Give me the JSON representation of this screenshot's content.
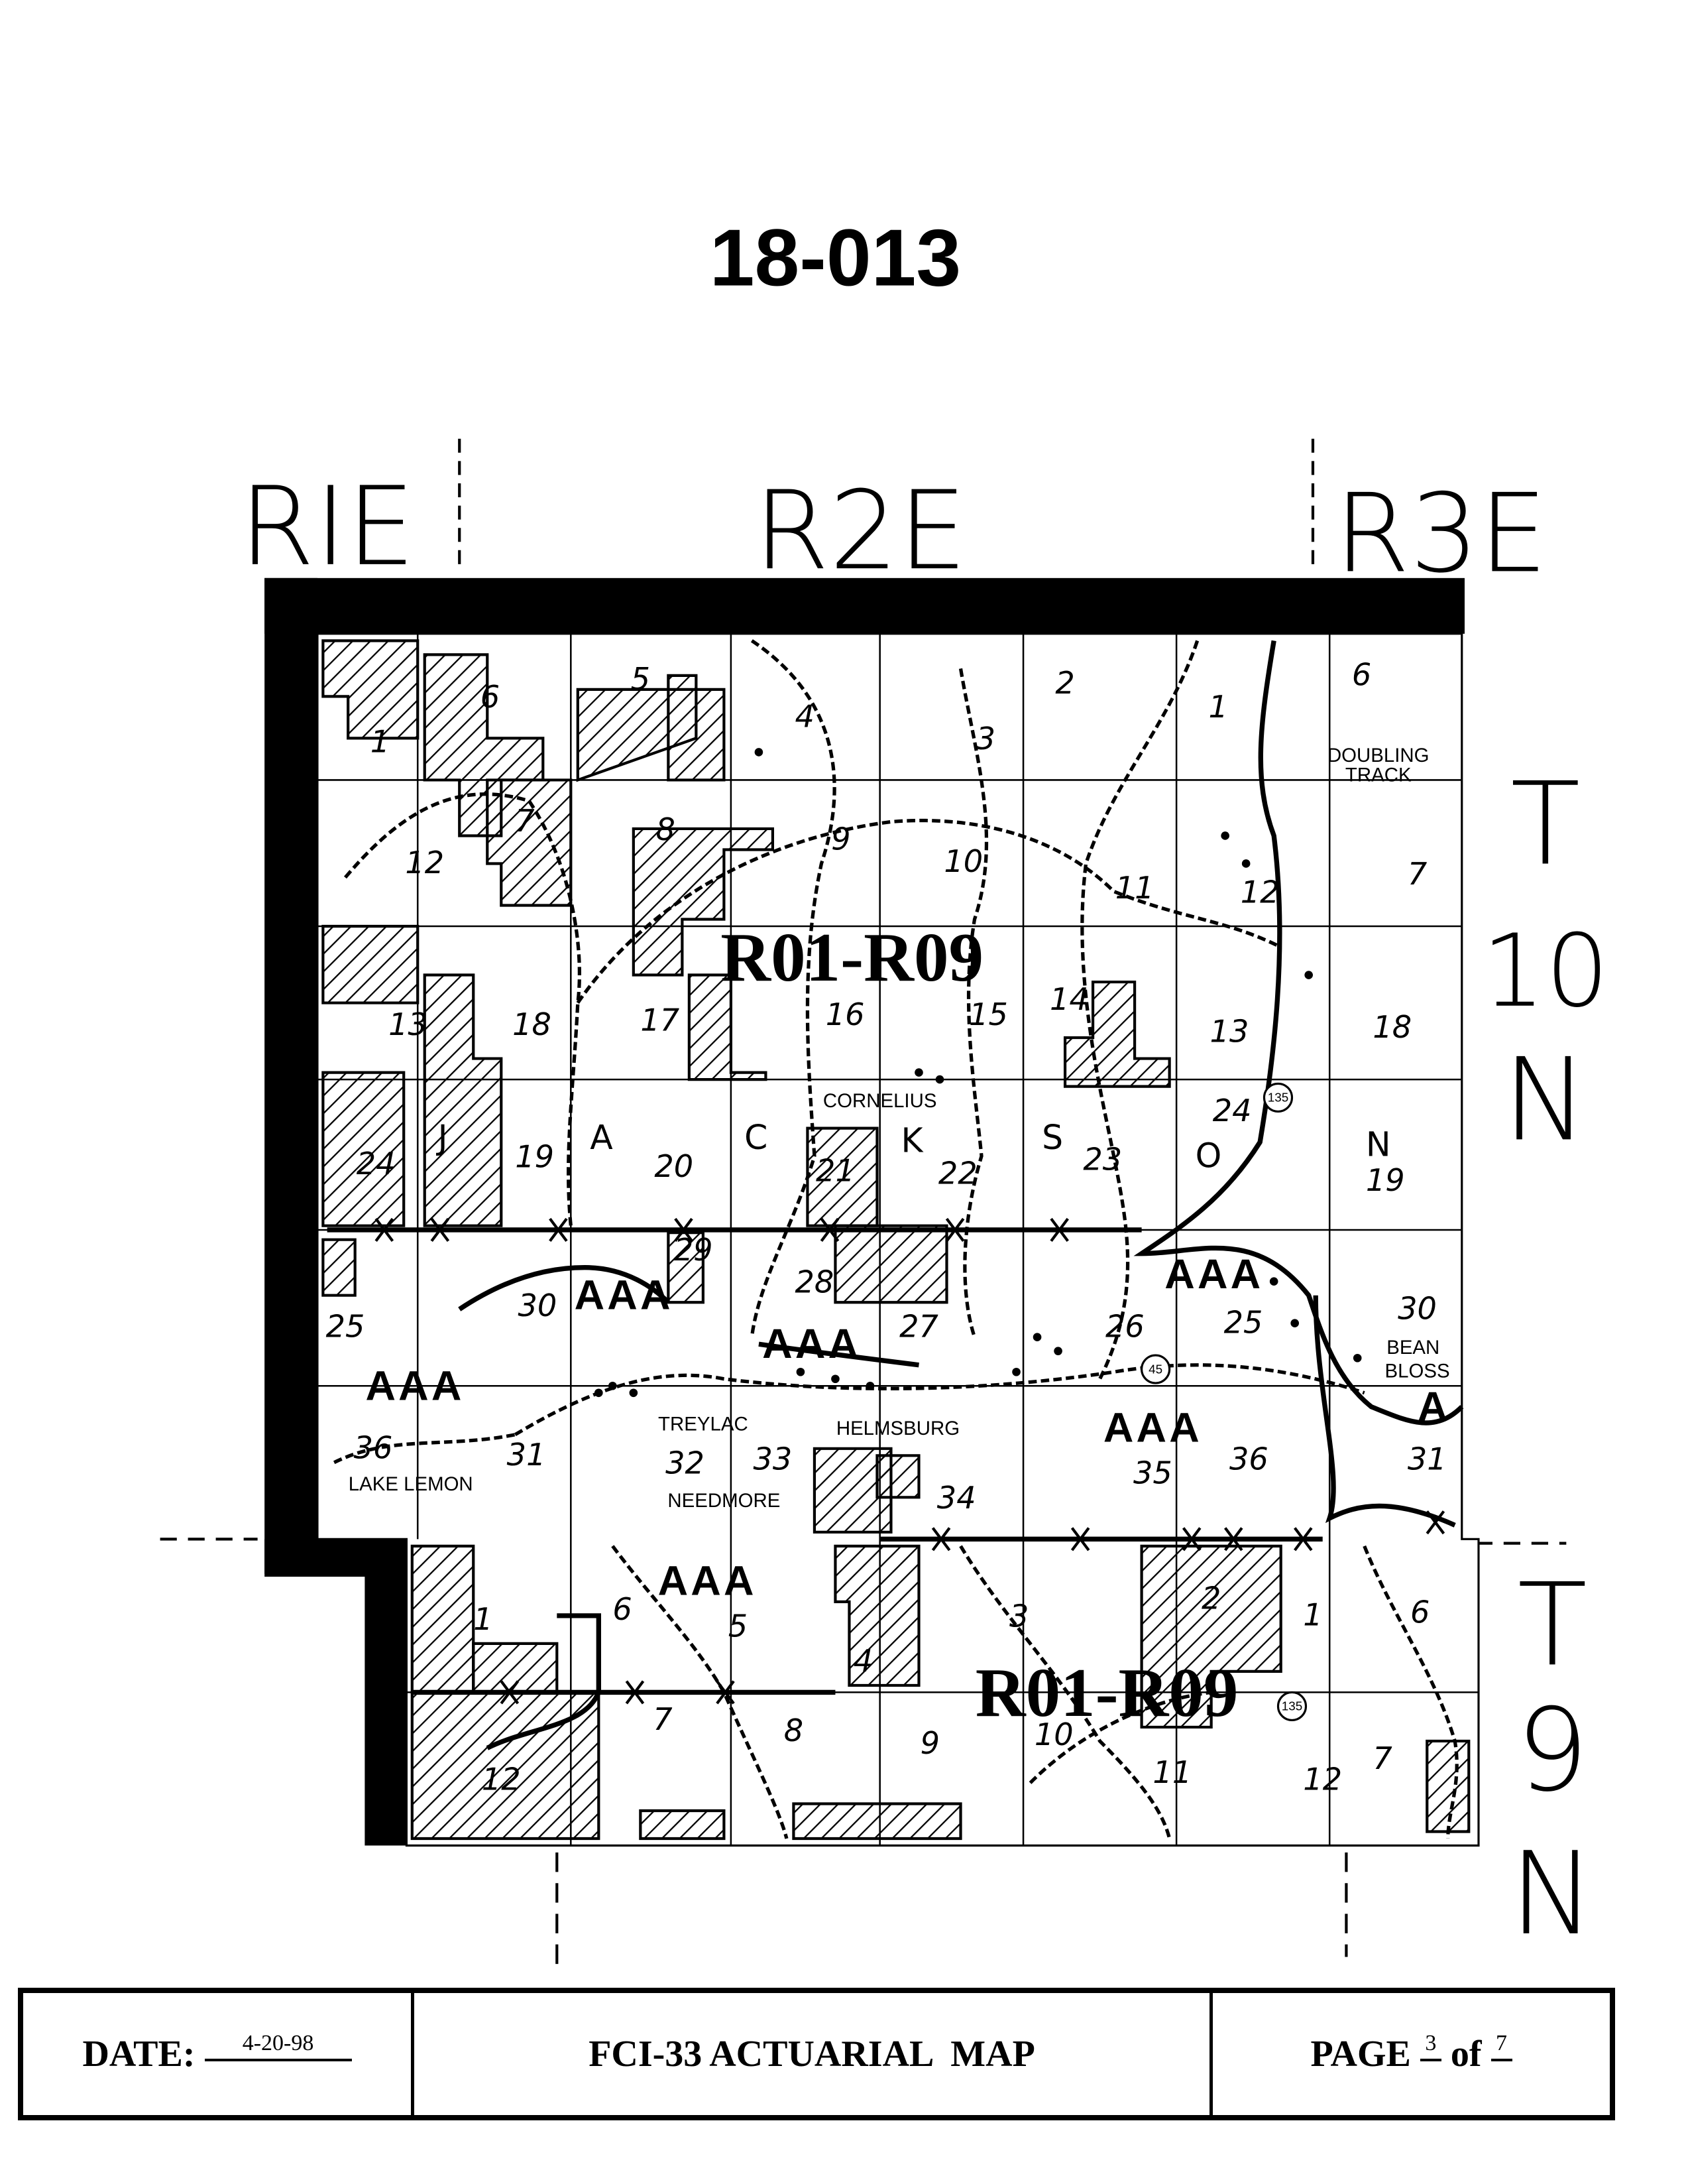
{
  "header": {
    "map_number": "18-013"
  },
  "ranges": [
    "RIE",
    "R2E",
    "R3E"
  ],
  "townships": [
    {
      "t": "T",
      "num": "10",
      "n": "N"
    },
    {
      "t": "T",
      "num": "9",
      "n": "N"
    }
  ],
  "map": {
    "zones": [
      "R01-R09",
      "R01-R09"
    ],
    "sections": [
      "1",
      "6",
      "5",
      "4",
      "3",
      "2",
      "1",
      "6",
      "12",
      "7",
      "8",
      "9",
      "10",
      "11",
      "12",
      "7",
      "13",
      "18",
      "17",
      "16",
      "15",
      "14",
      "13",
      "18",
      "24",
      "19",
      "20",
      "21",
      "22",
      "23",
      "24",
      "19",
      "25",
      "30",
      "29",
      "28",
      "27",
      "26",
      "25",
      "30",
      "36",
      "31",
      "32",
      "33",
      "34",
      "35",
      "36",
      "31",
      "1",
      "6",
      "5",
      "4",
      "3",
      "2",
      "1",
      "6",
      "12",
      "7",
      "8",
      "9",
      "10",
      "11",
      "12",
      "7"
    ],
    "letters": [
      "J",
      "A",
      "C",
      "K",
      "S",
      "O",
      "N"
    ],
    "aaa_markers": [
      "AAA",
      "AAA",
      "AAA",
      "AAA",
      "AAA",
      "AAA",
      "A"
    ],
    "towns": [
      "CORNELIUS",
      "TREYLAC",
      "HELMSBURG",
      "NEEDMORE",
      "LAKE LEMON",
      "DOUBLING",
      "TRACK",
      "BEAN",
      "BLOSS"
    ],
    "route_shields": [
      "135",
      "45",
      "135"
    ]
  },
  "footer": {
    "date_label": "DATE:",
    "date_value": "4-20-98",
    "title": "FCI-33 ACTUARIAL  MAP",
    "page_label": "PAGE",
    "page_current": "3",
    "page_of": "of",
    "page_total": "7"
  }
}
